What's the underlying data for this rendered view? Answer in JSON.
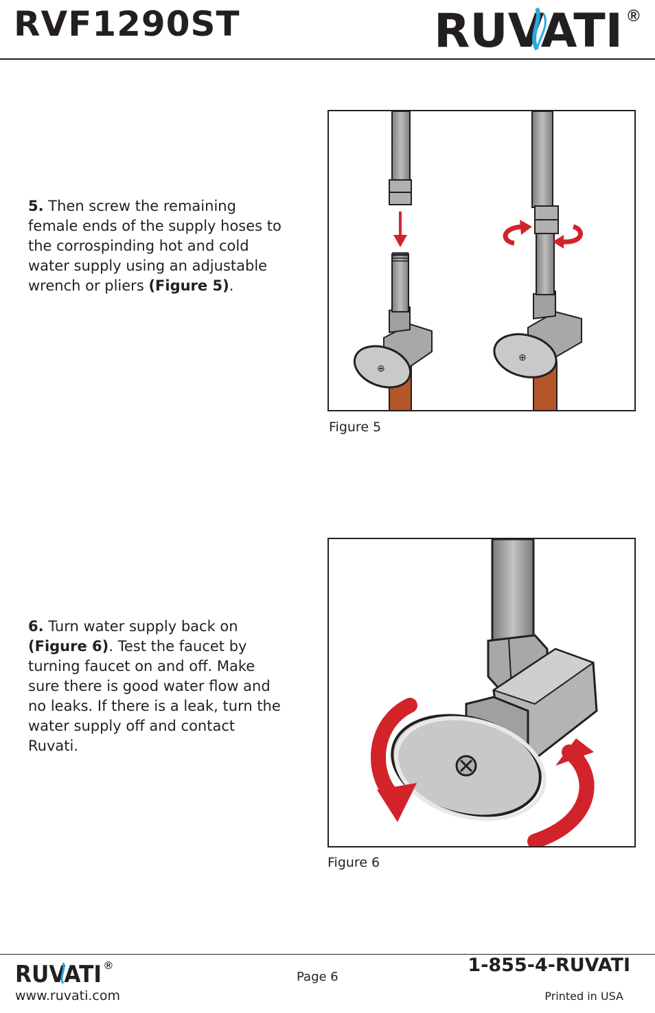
{
  "header": {
    "model": "RVF1290ST",
    "brand": "RUVATI",
    "registered": "®"
  },
  "steps": [
    {
      "number": "5.",
      "text_before": " Then screw the remaining female ends of the supply hoses to the corrospinding hot and cold water supply using an adjustable wrench or pliers ",
      "bold_ref": "(Figure 5)",
      "text_after": "."
    },
    {
      "number": "6.",
      "text_before": " Turn water supply back on ",
      "bold_ref": "(Figure 6)",
      "text_after": ". Test the faucet by turning faucet on and off. Make sure there is good water flow and no leaks. If there is a leak, turn the water supply off and contact Ruvati."
    }
  ],
  "figures": [
    {
      "caption": "Figure 5"
    },
    {
      "caption": "Figure 6"
    }
  ],
  "footer": {
    "brand": "RUVATI",
    "registered": "®",
    "website": "www.ruvati.com",
    "page": "Page 6",
    "phone": "1-855-4-RUVATI",
    "printed": "Printed in USA"
  },
  "colors": {
    "text": "#231f20",
    "arrow_red": "#d2232a",
    "copper": "#b5562a",
    "metal": "#9a9a9a",
    "water_blue": "#29a9e0"
  }
}
